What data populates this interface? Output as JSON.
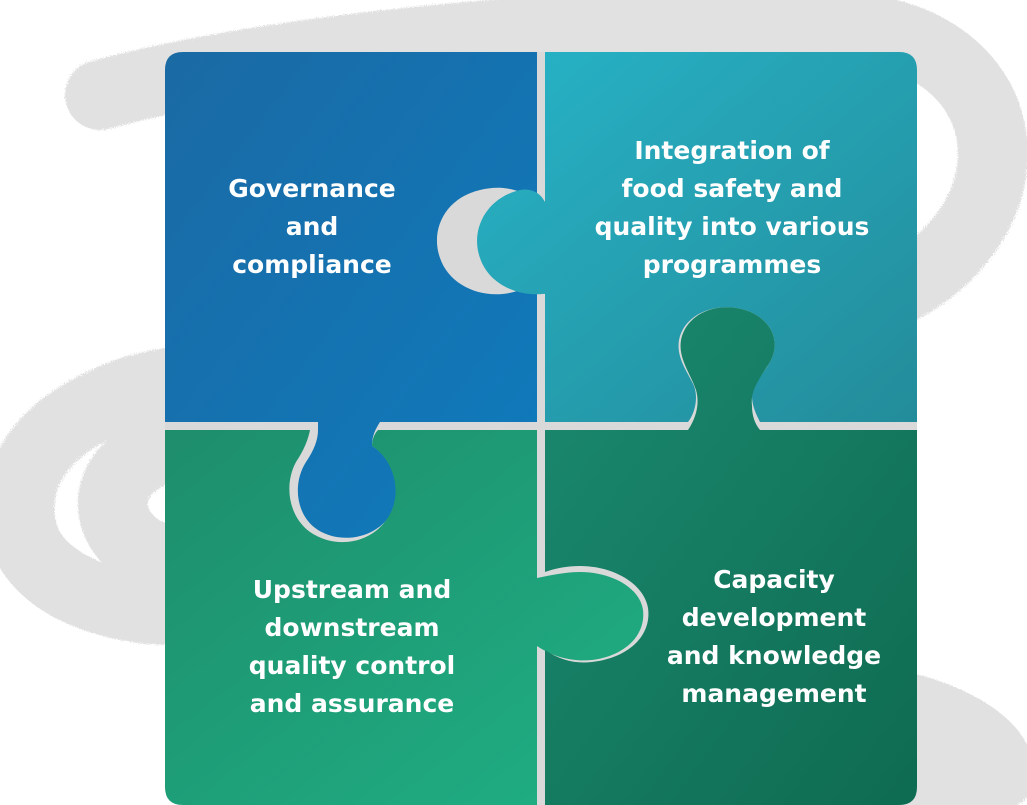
{
  "pieces": [
    {
      "id": "governance",
      "label": "Governance\nand\ncompliance",
      "color_from": "#1a6aa4",
      "color_to": "#0f7bbd"
    },
    {
      "id": "integration",
      "label": "Integration of\nfood safety and\nquality into various\nprogrammes",
      "color_from": "#27b3c7",
      "color_to": "#238c9a"
    },
    {
      "id": "upstream",
      "label": "Upstream and\ndownstream\nquality control\nand assurance",
      "color_from": "#1e8d6b",
      "color_to": "#1fb084"
    },
    {
      "id": "capacity",
      "label": "Capacity\ndevelopment\nand knowledge\nmanagement",
      "color_from": "#1b8a70",
      "color_to": "#0e6b51"
    }
  ],
  "colors": {
    "gap": "#d9d9d9",
    "brush": "#cfcfcf"
  }
}
